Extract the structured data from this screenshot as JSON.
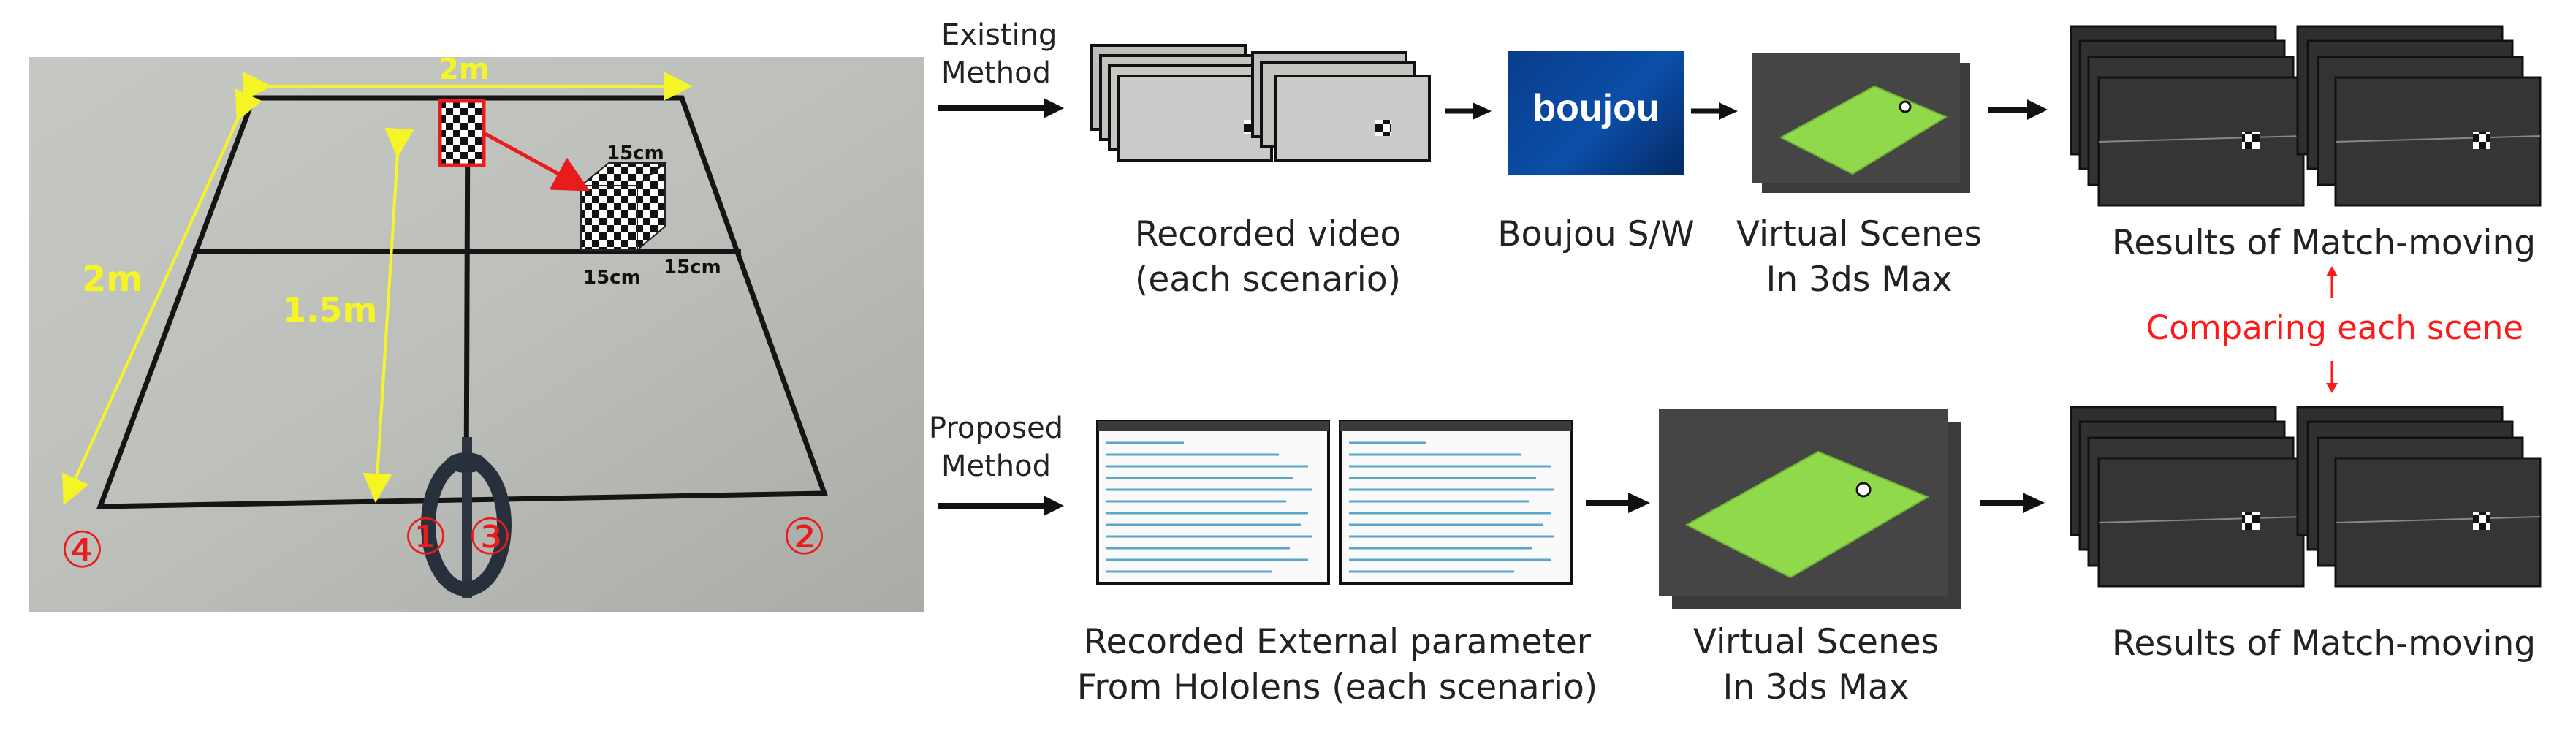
{
  "photo": {
    "dim_width_top": "2m",
    "dim_side": "2m",
    "dim_depth": "1.5m",
    "cube_top": "15cm",
    "cube_right": "15cm",
    "cube_bottom": "15cm",
    "marker_1": "①",
    "marker_2": "②",
    "marker_3": "③",
    "marker_4": "④"
  },
  "existing": {
    "label_line1": "Existing",
    "label_line2": "Method",
    "video_line1": "Recorded video",
    "video_line2": "(each scenario)",
    "boujou_logo": "boujou",
    "boujou_caption": "Boujou S/W",
    "scene_line1": "Virtual Scenes",
    "scene_line2": "In 3ds Max",
    "results": "Results of Match-moving"
  },
  "comparing": "Comparing each scene",
  "proposed": {
    "label_line1": "Proposed",
    "label_line2": "Method",
    "param_line1": "Recorded External parameter",
    "param_line2": "From Hololens (each scenario)",
    "scene_line1": "Virtual Scenes",
    "scene_line2": "In 3ds Max",
    "results": "Results of Match-moving"
  },
  "colors": {
    "annotation_yellow": "#f5f526",
    "marker_red": "#e81c1c",
    "plane_green": "#8fd94a",
    "boujou_blue": "#0a4fa8"
  }
}
